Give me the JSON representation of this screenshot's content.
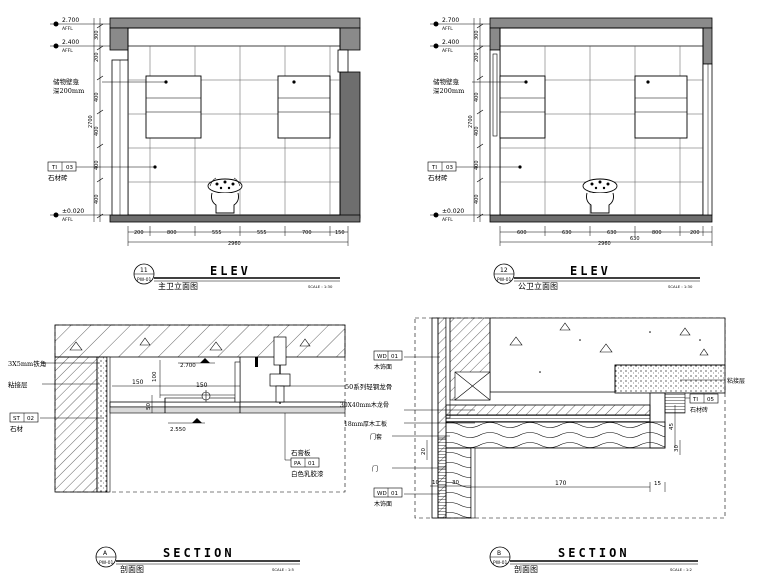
{
  "elev1": {
    "levels": [
      {
        "value": "2.700",
        "sub": "AFFL"
      },
      {
        "value": "2.400",
        "sub": "AFFL"
      },
      {
        "value": "±0.020",
        "sub": "AFFL"
      }
    ],
    "vdims": [
      "300",
      "200",
      "400",
      "400",
      "400",
      "400",
      "400",
      "2700"
    ],
    "hdims": [
      "200",
      "800",
      "555",
      "555",
      "700",
      "150"
    ],
    "total": "2960",
    "note_niche": [
      "储物壁龛",
      "深200mm"
    ],
    "tag": {
      "code": "TI",
      "num": "03"
    },
    "tag_label": "石材砖",
    "title_num": "11",
    "sheet": "PW-01",
    "title_en": "ELEV",
    "title_cn": "主卫立面图",
    "scale": "SCALE : 1:30"
  },
  "elev2": {
    "levels": [
      {
        "value": "2.700",
        "sub": "AFFL"
      },
      {
        "value": "2.400",
        "sub": "AFFL"
      },
      {
        "value": "±0.020",
        "sub": "AFFL"
      }
    ],
    "vdims": [
      "300",
      "200",
      "400",
      "400",
      "400",
      "400",
      "400",
      "2700"
    ],
    "hdims": [
      "600",
      "630",
      "630",
      "630",
      "800",
      "200"
    ],
    "total": "2960",
    "note_niche": [
      "储物壁龛",
      "深200mm"
    ],
    "tag": {
      "code": "TI",
      "num": "03"
    },
    "tag_label": "石材砖",
    "title_num": "12",
    "sheet": "PW-01",
    "title_en": "ELEV",
    "title_cn": "公卫立面图",
    "scale": "SCALE : 1:30"
  },
  "secA": {
    "labels": {
      "angle": "3X5mm铁角",
      "adhesive": "粘接层",
      "keel": "50系列轻钢龙骨",
      "gypsum": "石膏板",
      "paint": "白色乳胶漆",
      "stone": "石材"
    },
    "tags": [
      {
        "code": "ST",
        "num": "02"
      },
      {
        "code": "PA",
        "num": "01"
      }
    ],
    "dims": [
      "150",
      "150",
      "100",
      "50"
    ],
    "levels": [
      "2.700",
      "2.550"
    ],
    "title_letter": "A",
    "sheet": "PW-01",
    "title_en": "SECTION",
    "title_cn": "剖面图",
    "scale": "SCALE : 1:5"
  },
  "secB": {
    "labels": {
      "wood_trim": "木饰面",
      "wood_keel": "30X40mm木龙骨",
      "plywood": "18mm厚木工板",
      "door_frame": "门套",
      "door": "门",
      "wood_trim2": "木饰面",
      "adhesive": "粘接层",
      "stone": "石材砖"
    },
    "tags": [
      {
        "code": "WD",
        "num": "01"
      },
      {
        "code": "WD",
        "num": "01"
      },
      {
        "code": "TI",
        "num": "05"
      }
    ],
    "dims": [
      "170",
      "15",
      "20",
      "10",
      "30",
      "45",
      "30"
    ],
    "title_letter": "B",
    "sheet": "PW-01",
    "title_en": "SECTION",
    "title_cn": "剖面图",
    "scale": "SCALE : 1:2"
  }
}
